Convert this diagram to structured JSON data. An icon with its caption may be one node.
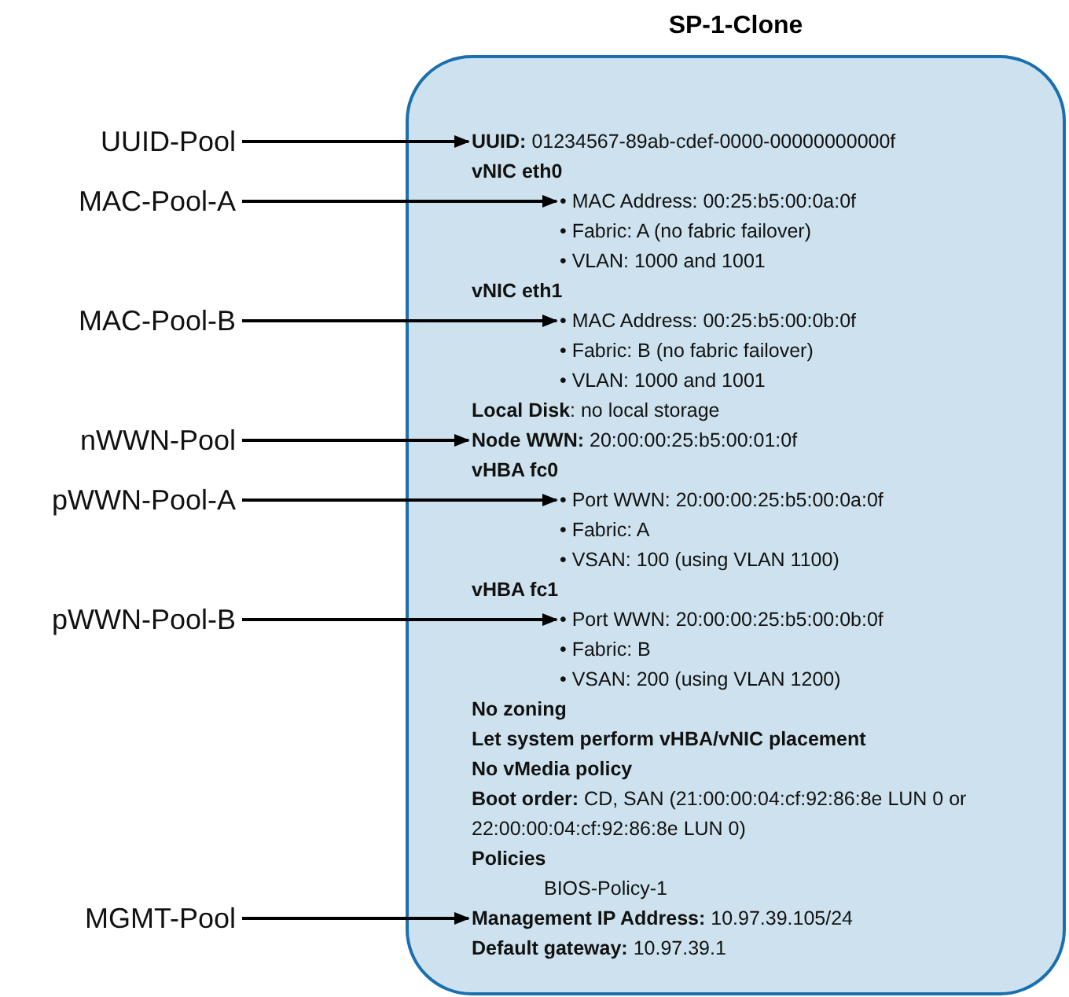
{
  "diagram": {
    "nodes": [
      {
        "text": [
          "SP-1-Clone"
        ]
      },
      {
        "text": [
          "UUID-Pool"
        ]
      },
      {
        "text": [
          "MAC-Pool-A"
        ]
      },
      {
        "text": [
          "MAC-Pool-B"
        ]
      },
      {
        "text": [
          "nWWN-Pool"
        ]
      },
      {
        "text": [
          "pWWN-Pool-A"
        ]
      },
      {
        "text": [
          "pWWN-Pool-B"
        ]
      },
      {
        "text": [
          "MGMT-Pool"
        ]
      },
      {
        "text": [
          "**UUID:** 01234567-89ab-cdef-0000-00000000000f"
        ],
        "in": 0
      },
      {
        "text": [
          "• MAC Address: 00:25:b5:00:0a:0f"
        ],
        "in": 0
      },
      {
        "text": [
          "• MAC Address: 00:25:b5:00:0b:0f"
        ],
        "in": 0
      },
      {
        "text": [
          "**Node WWN:** 20:00:00:25:b5:00:01:0f"
        ],
        "in": 0
      },
      {
        "text": [
          "• Port WWN: 20:00:00:25:b5:00:0a:0f"
        ],
        "in": 0
      },
      {
        "text": [
          "• Port WWN: 20:00:00:25:b5:00:0b:0f"
        ],
        "in": 0
      },
      {
        "text": [
          "**Management IP Address:** 10.97.39.105/24"
        ],
        "in": 0
      }
    ],
    "edges": [
      {
        "from": 1,
        "to": 8,
        "arrow": "to"
      },
      {
        "from": 2,
        "to": 9,
        "arrow": "to"
      },
      {
        "from": 3,
        "to": 10,
        "arrow": "to"
      },
      {
        "from": 4,
        "to": 11,
        "arrow": "to"
      },
      {
        "from": 5,
        "to": 12,
        "arrow": "to"
      },
      {
        "from": 6,
        "to": 13,
        "arrow": "to"
      },
      {
        "from": 7,
        "to": 14,
        "arrow": "to"
      }
    ],
    "labels": [
      "vNIC eth0",
      "• Fabric: A (no fabric failover)",
      "• VLAN: 1000 and 1001",
      "vNIC eth1",
      "• Fabric: B (no fabric failover)",
      "• VLAN: 1000 and 1001",
      "**Local Disk**: no local storage",
      "vHBA fc0",
      "• Fabric: A",
      "• VSAN: 100 (using VLAN 1100)",
      "vHBA fc1",
      "• Fabric: B",
      "• VSAN: 200 (using VLAN 1200)",
      "No zoning",
      "Let system perform vHBA/vNIC placement",
      "No vMedia policy",
      "**Boot order:** CD, SAN (21:00:00:04:cf:92:86:8e LUN 0 or 22:00:00:04:cf:92:86:8e LUN 0)",
      "Policies",
      "BIOS-Policy-1",
      "**Default gateway:** 10.97.39.1"
    ]
  }
}
